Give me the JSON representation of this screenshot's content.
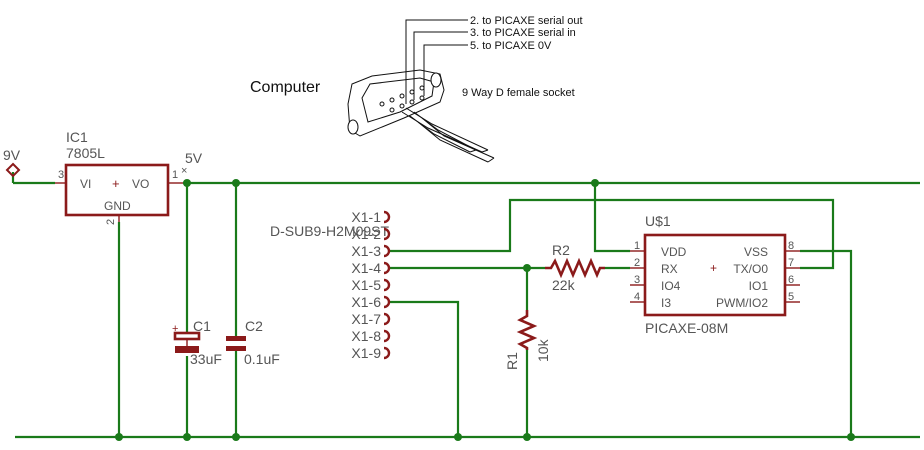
{
  "connector_drawing": {
    "title": "Computer",
    "socket_label": "9 Way D female socket",
    "callouts": [
      "2. to PICAXE serial out",
      "3. to PICAXE serial in",
      "5. to PICAXE 0V"
    ]
  },
  "supply": {
    "input_label": "9V",
    "rail_label": "5V"
  },
  "ic1": {
    "ref": "IC1",
    "value": "7805L",
    "pin_vi": "VI",
    "pin_vo": "VO",
    "pin_gnd": "GND",
    "plus": "+",
    "pin_num_in": "3",
    "pin_num_out": "1",
    "pin_num_gnd": "2"
  },
  "c1": {
    "ref": "C1",
    "value": "33uF",
    "plus": "+"
  },
  "c2": {
    "ref": "C2",
    "value": "0.1uF"
  },
  "dsub": {
    "part": "D-SUB9-H2M09ST",
    "pins": [
      "X1-1",
      "X1-2",
      "X1-3",
      "X1-4",
      "X1-5",
      "X1-6",
      "X1-7",
      "X1-8",
      "X1-9"
    ]
  },
  "r2": {
    "ref": "R2",
    "value": "22k"
  },
  "r1": {
    "ref": "R1",
    "value": "10k"
  },
  "u1": {
    "ref": "U$1",
    "part": "PICAXE-08M",
    "plus": "+",
    "left_pins": [
      {
        "num": "1",
        "name": "VDD"
      },
      {
        "num": "2",
        "name": "RX"
      },
      {
        "num": "3",
        "name": "IO4"
      },
      {
        "num": "4",
        "name": "I3"
      }
    ],
    "right_pins": [
      {
        "num": "8",
        "name": "VSS"
      },
      {
        "num": "7",
        "name": "TX/O0"
      },
      {
        "num": "6",
        "name": "IO1"
      },
      {
        "num": "5",
        "name": "PWM/IO2"
      }
    ]
  }
}
